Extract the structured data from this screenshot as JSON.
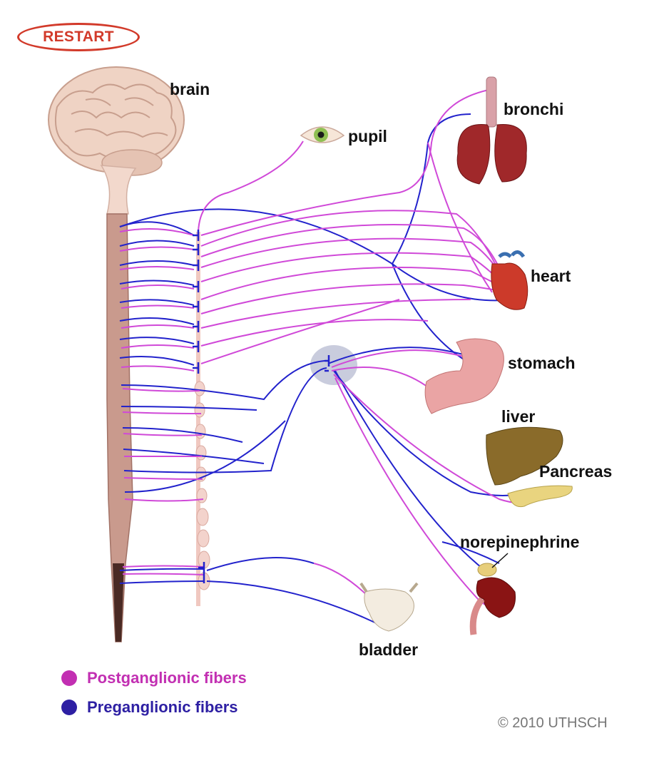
{
  "controls": {
    "restart_label": "RESTART"
  },
  "organs": {
    "brain": "brain",
    "pupil": "pupil",
    "bronchi": "bronchi",
    "heart": "heart",
    "stomach": "stomach",
    "liver": "liver",
    "pancreas": "Pancreas",
    "adrenal": "norepinephrine",
    "bladder": "bladder"
  },
  "legend": [
    {
      "label": "Postganglionic fibers",
      "color": "#c22fb2"
    },
    {
      "label": "Preganglionic fibers",
      "color": "#2d1fa3"
    }
  ],
  "copyright": "© 2010 UTHSCH",
  "colors": {
    "postganglionic_line": "#d049d8",
    "preganglionic_line": "#2222cc",
    "restart": "#d23a2a"
  }
}
